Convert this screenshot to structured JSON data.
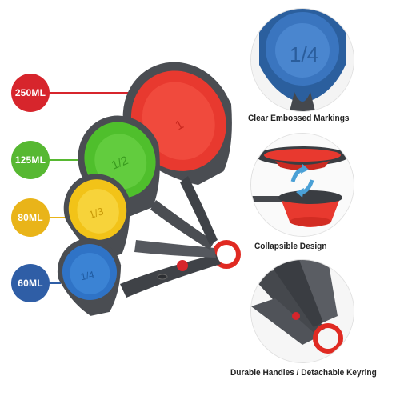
{
  "sizes": [
    {
      "label": "250ML",
      "color": "#d7252c"
    },
    {
      "label": "125ML",
      "color": "#57b832"
    },
    {
      "label": "80ML",
      "color": "#e9b419"
    },
    {
      "label": "60ML",
      "color": "#2f5ea6"
    }
  ],
  "features": [
    {
      "caption": "Clear Embossed Markings"
    },
    {
      "caption": "Collapsible Design"
    },
    {
      "caption": "Durable Handles / Detachable Keyring"
    }
  ],
  "embossed": {
    "large_cup": "1",
    "medium_cup": "1/2",
    "small_cup": "1/3",
    "tiny_cup": "1/4",
    "detail_mark": "1/4"
  },
  "colors": {
    "red": "#e8392f",
    "green": "#4fbf2c",
    "yellow": "#f2c318",
    "blue": "#2f73c6",
    "handle": "#4a4d52",
    "arrow": "#4aa0d6"
  }
}
